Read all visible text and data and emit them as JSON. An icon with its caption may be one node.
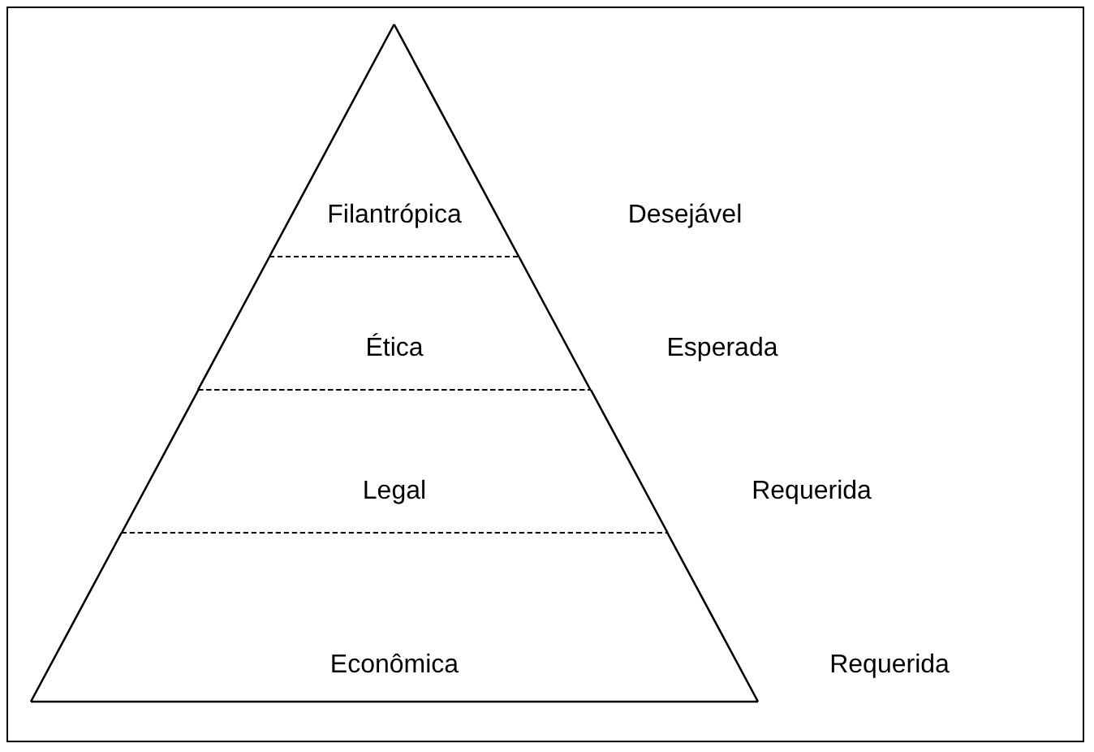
{
  "diagram": {
    "nodes": [
      {
        "text": [
          "Filantrópica"
        ]
      },
      {
        "text": [
          "Ética"
        ]
      },
      {
        "text": [
          "Legal"
        ]
      },
      {
        "text": [
          "Econômica"
        ]
      }
    ],
    "edges": [],
    "labels": [
      "Desejável",
      "Esperada",
      "Requerida",
      "Requerida"
    ]
  }
}
